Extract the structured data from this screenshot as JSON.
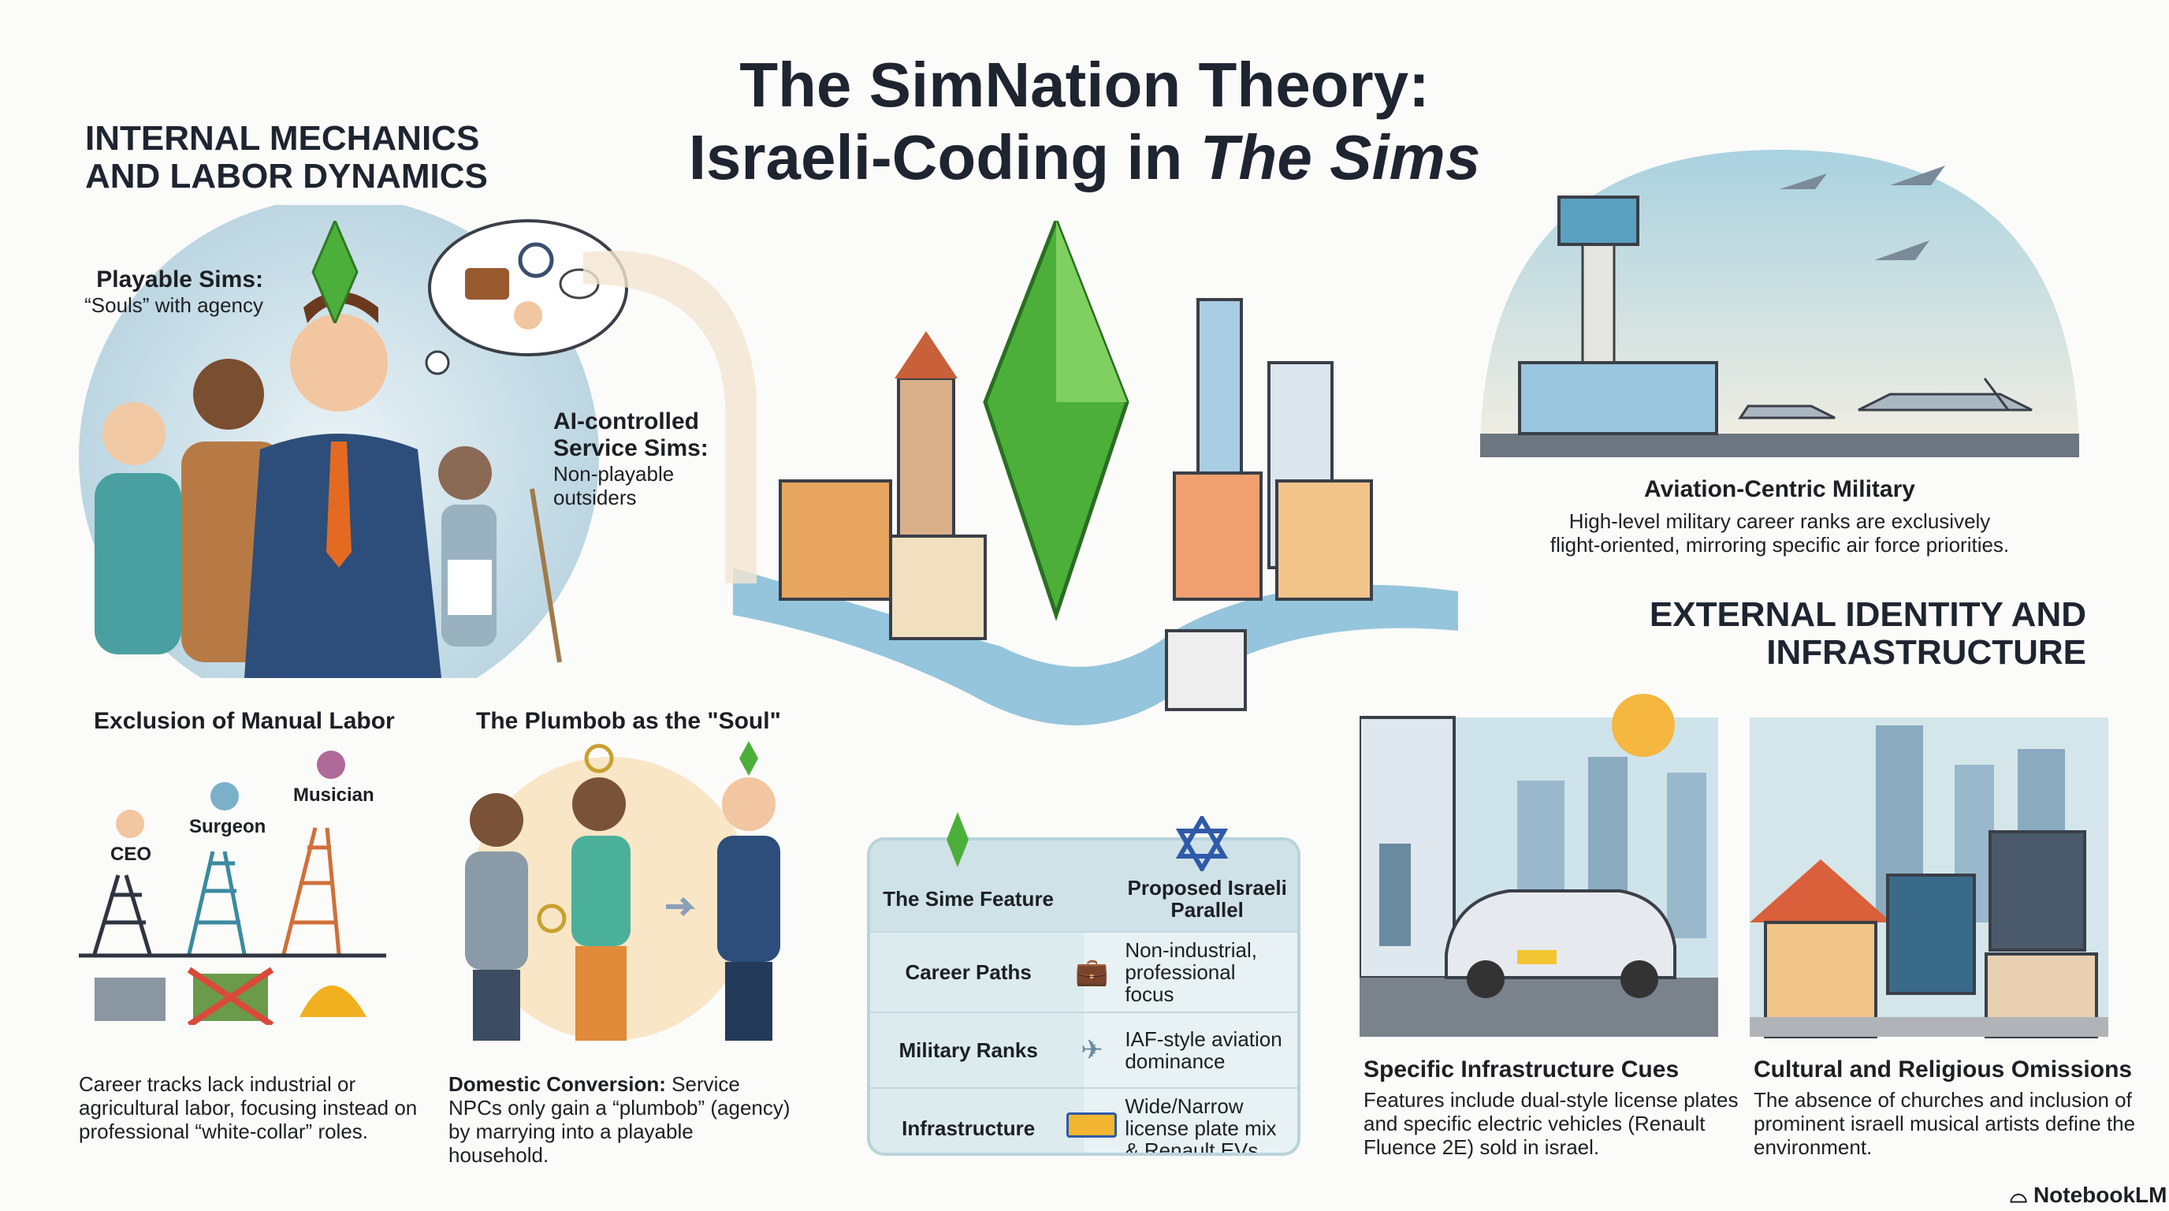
{
  "title": {
    "line1": "The SimNation Theory:",
    "line2_prefix": "Israeli-Coding in ",
    "line2_italic": "The Sims"
  },
  "left_section": {
    "heading_line1": "INTERNAL MECHANICS",
    "heading_line2": "AND LABOR DYNAMICS",
    "playable_title": "Playable Sims:",
    "playable_body": "“Souls” with agency",
    "ai_title_line1": "AI-controlled",
    "ai_title_line2": "Service Sims:",
    "ai_body_line1": "Non-playable",
    "ai_body_line2": "outsiders"
  },
  "manual_labor": {
    "heading": "Exclusion of Manual Labor",
    "roles": [
      "CEO",
      "Surgeon",
      "Musician"
    ],
    "body": "Career tracks lack industrial or agricultural labor, focusing instead on professional “white-collar” roles."
  },
  "plumbob_soul": {
    "heading": "The Plumbob as the \"Soul\"",
    "body_bold": "Domestic Conversion:",
    "body": " Service NPCs only gain a “plumbob” (agency) by marrying into a playable household."
  },
  "table": {
    "headers": [
      "The Sime Feature",
      "Proposed Israeli Parallel"
    ],
    "rows": [
      {
        "feature": "Career Paths",
        "icon": "briefcase-icon",
        "parallel": "Non-industrial, professional focus"
      },
      {
        "feature": "Military Ranks",
        "icon": "jet-icon",
        "parallel": "IAF-style aviation dominance"
      },
      {
        "feature": "Infrastructure",
        "icon": "license-plate-icon",
        "parallel": "Wide/Narrow license plate mix & Renault EVs"
      }
    ]
  },
  "aviation": {
    "heading": "Aviation-Centric Military",
    "body": "High-level military career ranks are exclusively flight-oriented, mirroring specific air force priorities."
  },
  "right_section": {
    "heading_line1": "EXTERNAL IDENTITY AND",
    "heading_line2": "INFRASTRUCTURE"
  },
  "infrastructure": {
    "heading": "Specific Infrastructure Cues",
    "body": "Features include dual-style license plates and specific electric vehicles (Renault Fluence 2E) sold in israel."
  },
  "cultural": {
    "heading": "Cultural and Religious Omissions",
    "body": "The absence of churches and inclusion of prominent israell musical artists define the environment."
  },
  "branding": "NotebookLM",
  "colors": {
    "plumbob": "#4caf3a",
    "accent_blue": "#2f5aa8",
    "text": "#1e2430"
  }
}
